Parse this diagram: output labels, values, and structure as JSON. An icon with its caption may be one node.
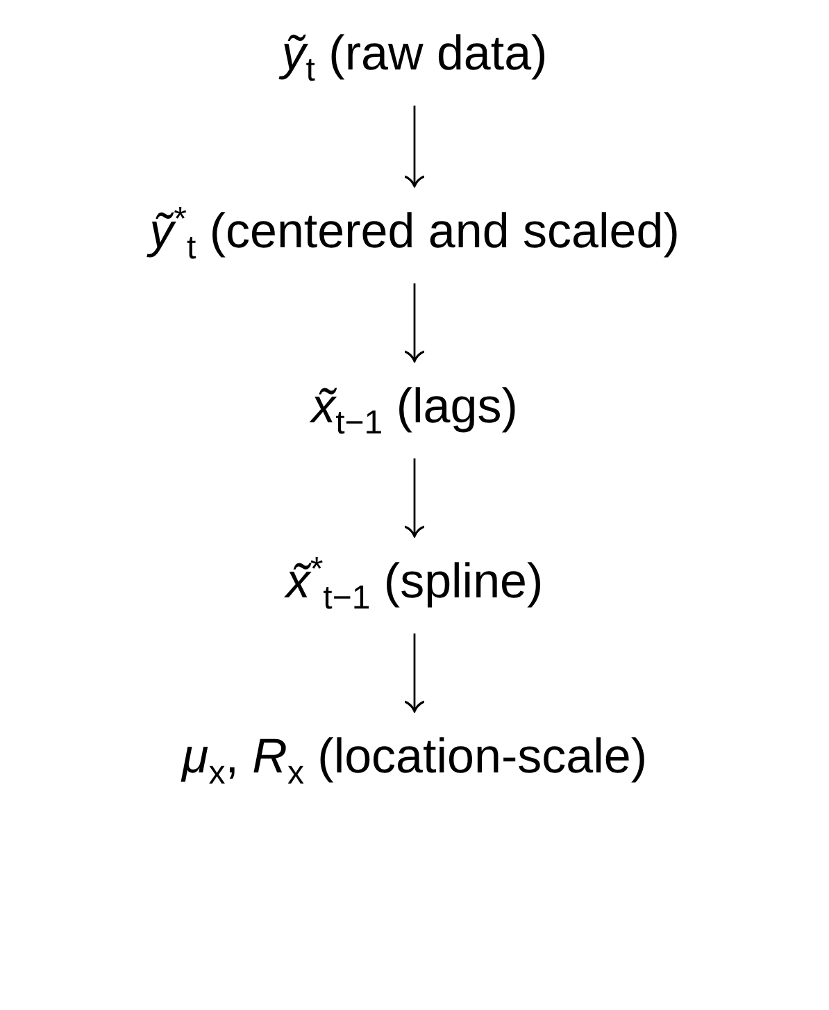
{
  "diagram": {
    "nodes": [
      {
        "text": [
          "*ỹ*$_{t}$ (raw data)"
        ]
      },
      {
        "text": [
          "*ỹ*$^{*}$$_{t}$ (centered and scaled)"
        ]
      },
      {
        "text": [
          "*x̃*$_{t−1}$ (lags)"
        ]
      },
      {
        "text": [
          "*x̃*$^{*}$$_{t−1}$ (spline)"
        ]
      },
      {
        "text": [
          "*μ*$_{x}$, *R*$_{x}$ (location-scale)"
        ]
      }
    ],
    "edges": [
      {
        "from": 0,
        "to": 1,
        "arrow": "to"
      },
      {
        "from": 1,
        "to": 2,
        "arrow": "to"
      },
      {
        "from": 2,
        "to": 3,
        "arrow": "to"
      },
      {
        "from": 3,
        "to": 4,
        "arrow": "to"
      }
    ]
  }
}
